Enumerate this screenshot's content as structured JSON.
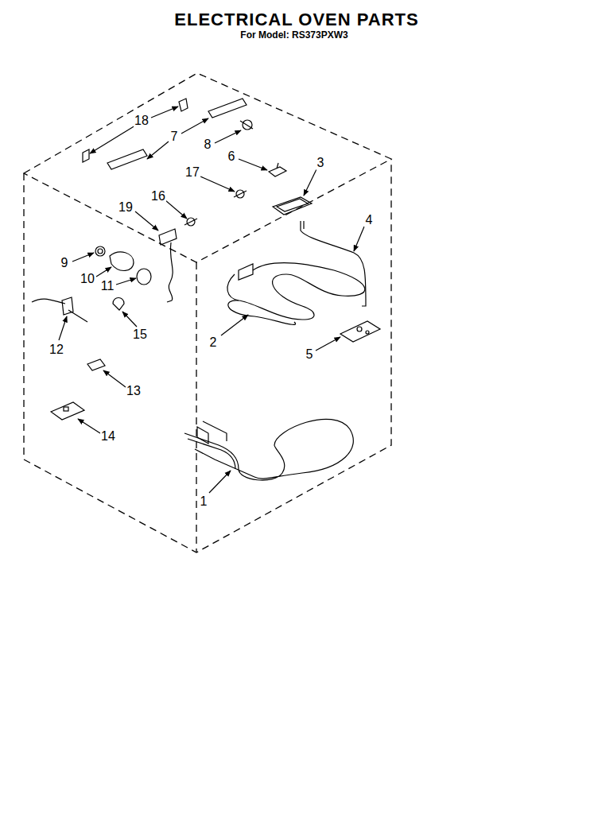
{
  "diagram": {
    "title": "ELECTRICAL OVEN PARTS",
    "labels": [
      "For Model: RS373PXW3",
      "18",
      "7",
      "8",
      "6",
      "3",
      "17",
      "16",
      "19",
      "4",
      "9",
      "10",
      "11",
      "2",
      "5",
      "12",
      "15",
      "13",
      "14",
      "1"
    ]
  }
}
